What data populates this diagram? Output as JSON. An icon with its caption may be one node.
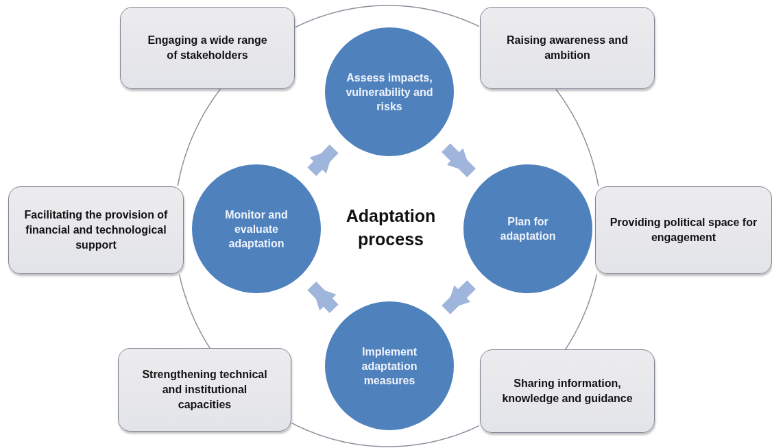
{
  "diagram": {
    "nodes": [
      {
        "text": [
          "Engaging a wide range of stakeholders"
        ]
      },
      {
        "text": [
          "Assess impacts, vulnerability and risks"
        ]
      },
      {
        "text": [
          "Raising awareness and ambition"
        ]
      },
      {
        "text": [
          "Facilitating the provision of financial and technological support"
        ]
      },
      {
        "text": [
          "Monitor and evaluate adaptation"
        ]
      },
      {
        "text": [
          "Plan for adaptation"
        ]
      },
      {
        "text": [
          "Providing political space for engagement"
        ]
      },
      {
        "text": [
          "Strengthening technical and institutional capacities"
        ]
      },
      {
        "text": [
          "Implement adaptation measures"
        ]
      },
      {
        "text": [
          "Sharing information, knowledge and guidance"
        ]
      }
    ],
    "edges": [
      {
        "from": 1,
        "to": 5,
        "arrow": "to",
        "style": "thick",
        "color": "#9fb5db"
      },
      {
        "from": 5,
        "to": 8,
        "arrow": "to",
        "style": "thick",
        "color": "#9fb5db"
      },
      {
        "from": 8,
        "to": 4,
        "arrow": "to",
        "style": "thick",
        "color": "#9fb5db"
      },
      {
        "from": 4,
        "to": 1,
        "arrow": "to",
        "style": "thick",
        "color": "#9fb5db"
      },
      {
        "from": 0,
        "to": 2,
        "arrow": "none"
      },
      {
        "from": 2,
        "to": 6,
        "arrow": "none"
      },
      {
        "from": 6,
        "to": 9,
        "arrow": "none"
      },
      {
        "from": 9,
        "to": 7,
        "arrow": "none"
      },
      {
        "from": 7,
        "to": 3,
        "arrow": "none"
      },
      {
        "from": 3,
        "to": 0,
        "arrow": "none"
      }
    ],
    "labels": [
      "Adaptation process"
    ]
  }
}
